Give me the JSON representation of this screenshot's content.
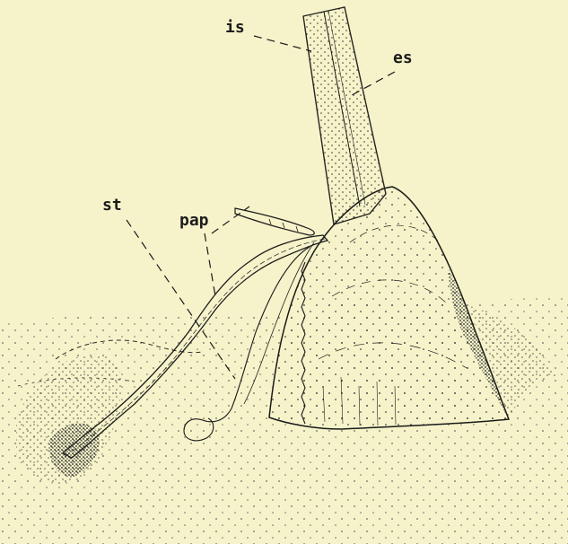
{
  "figure": {
    "labels": {
      "is": "is",
      "es": "es",
      "pap": "pap",
      "st": "st"
    },
    "colors": {
      "paper": "#f6f3ca",
      "ink": "#1c1c1c"
    }
  }
}
